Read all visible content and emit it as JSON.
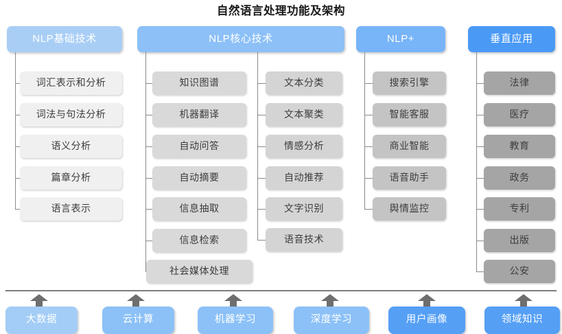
{
  "title": "自然语言处理功能及架构",
  "colors": {
    "header_basic": "#a9cef6",
    "header_core": "#8cc0f7",
    "header_plus": "#77b4f8",
    "header_vertical": "#4a9af5",
    "item_col1": "#f0f0f0",
    "item_col2a": "#d9d9d9",
    "item_col2b": "#d4d4d4",
    "item_col3": "#c4c4c4",
    "item_col4": "#a5a5a5",
    "footer_light": "#a3cdf6",
    "footer_mid": "#8cc1f7",
    "footer_dark": "#559ff5",
    "line": "#8a8a8a",
    "arrow": "#6e6e6e",
    "title_text": "#1a1a1a"
  },
  "columns": [
    {
      "id": "nlp-basic",
      "header": "NLP基础技术",
      "items": [
        "词汇表示和分析",
        "词法与句法分析",
        "语义分析",
        "篇章分析",
        "语言表示"
      ]
    },
    {
      "id": "nlp-core",
      "header": "NLP核心技术",
      "items_left": [
        "知识图谱",
        "机器翻译",
        "自动问答",
        "自动摘要",
        "信息抽取",
        "信息检索",
        "社会媒体处理"
      ],
      "items_right": [
        "文本分类",
        "文本聚类",
        "情感分析",
        "自动推荐",
        "文字识别",
        "语音技术"
      ]
    },
    {
      "id": "nlp-plus",
      "header": "NLP+",
      "items": [
        "搜索引擎",
        "智能客服",
        "商业智能",
        "语音助手",
        "舆情监控"
      ]
    },
    {
      "id": "vertical-app",
      "header": "垂直应用",
      "items": [
        "法律",
        "医疗",
        "教育",
        "政务",
        "专利",
        "出版",
        "公安"
      ]
    }
  ],
  "foundation": {
    "items": [
      "大数据",
      "云计算",
      "机器学习",
      "深度学习",
      "用户画像",
      "领域知识"
    ]
  },
  "watermark": {
    "text": ""
  }
}
